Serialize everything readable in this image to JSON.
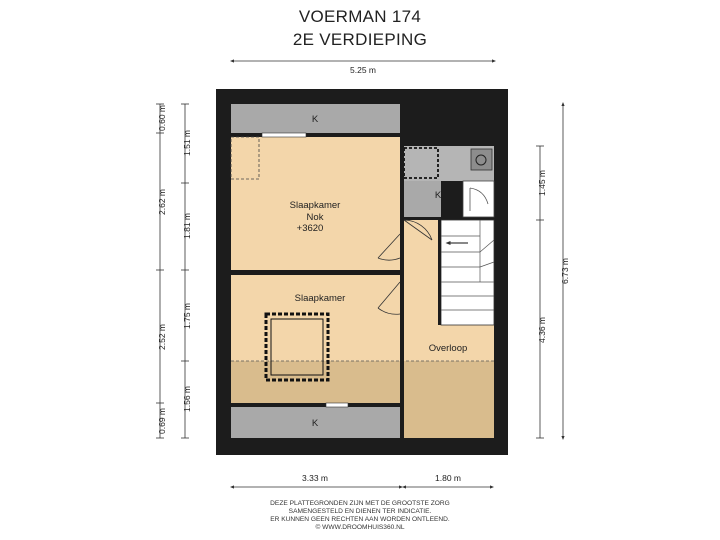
{
  "title": {
    "line1": "VOERMAN 174",
    "line2": "2E VERDIEPING"
  },
  "dimensions": {
    "top_width": "5.25 m",
    "bottom_left": "3.33 m",
    "bottom_right": "1.80 m",
    "left_outer": [
      "0.60 m",
      "2.62 m",
      "2.52 m",
      "0.69 m"
    ],
    "left_inner": [
      "1.51 m",
      "1.81 m",
      "1.75 m",
      "1.56 m"
    ],
    "right_inner": [
      "1.45 m",
      "4.36 m"
    ],
    "right_outer": "6.73 m"
  },
  "rooms": {
    "k_top": "K",
    "k_mid": "K",
    "k_bottom": "K",
    "bedroom1_name": "Slaapkamer",
    "bedroom1_sub1": "Nok",
    "bedroom1_sub2": "+3620",
    "bedroom2_name": "Slaapkamer",
    "landing": "Overloop"
  },
  "disclaimer": [
    "DEZE PLATTEGRONDEN ZIJN MET DE GROOTSTE ZORG",
    "SAMENGESTELD EN DIENEN TER INDICATIE.",
    "ER KUNNEN GEEN RECHTEN AAN WORDEN ONTLEEND.",
    "© WWW.DROOMHUIS360.NL"
  ],
  "colors": {
    "wall": "#1c1c1c",
    "floor": "#f3d6aa",
    "floor_low": "#d9bc8d",
    "storage": "#a9a9a9",
    "dimension_line": "#333333"
  }
}
